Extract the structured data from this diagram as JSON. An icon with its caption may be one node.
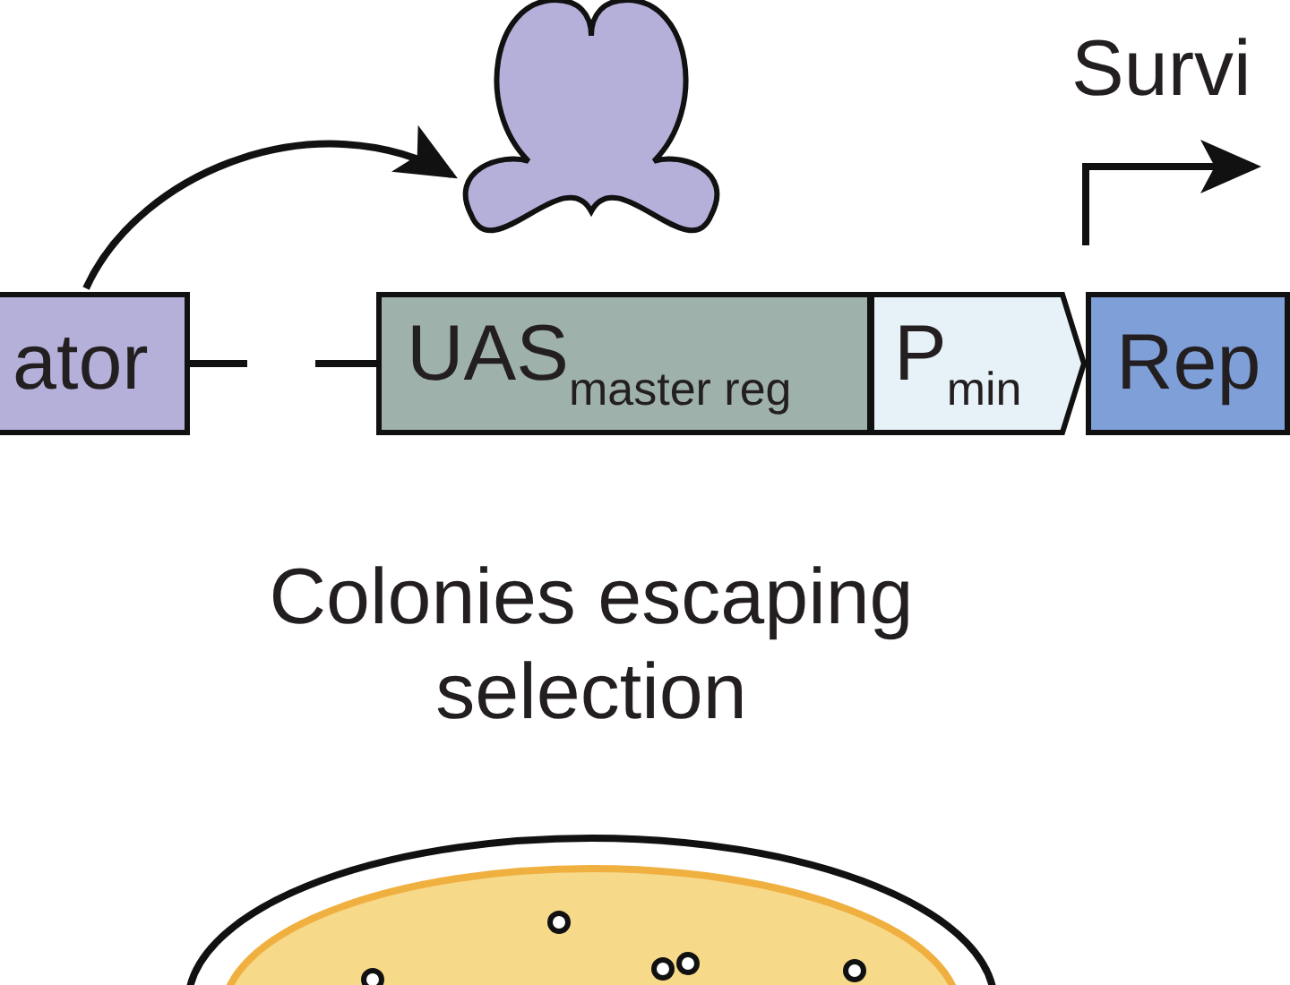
{
  "diagram": {
    "nodes": [
      {
        "text": [
          "ator"
        ]
      },
      {
        "text": [
          "UAS$_{master reg}$"
        ]
      },
      {
        "text": [
          "P$_{min}$"
        ]
      },
      {
        "text": [
          "Rep"
        ]
      },
      {
        "text": [],
        "shape": "picture"
      }
    ],
    "edges": [
      {
        "from": 0,
        "to": 4,
        "arrow": "to"
      },
      {
        "from": 0,
        "to": 1,
        "arrow": "none",
        "style": "dashed"
      }
    ],
    "labels": [
      "Survi",
      "Colonies escaping selection"
    ]
  }
}
